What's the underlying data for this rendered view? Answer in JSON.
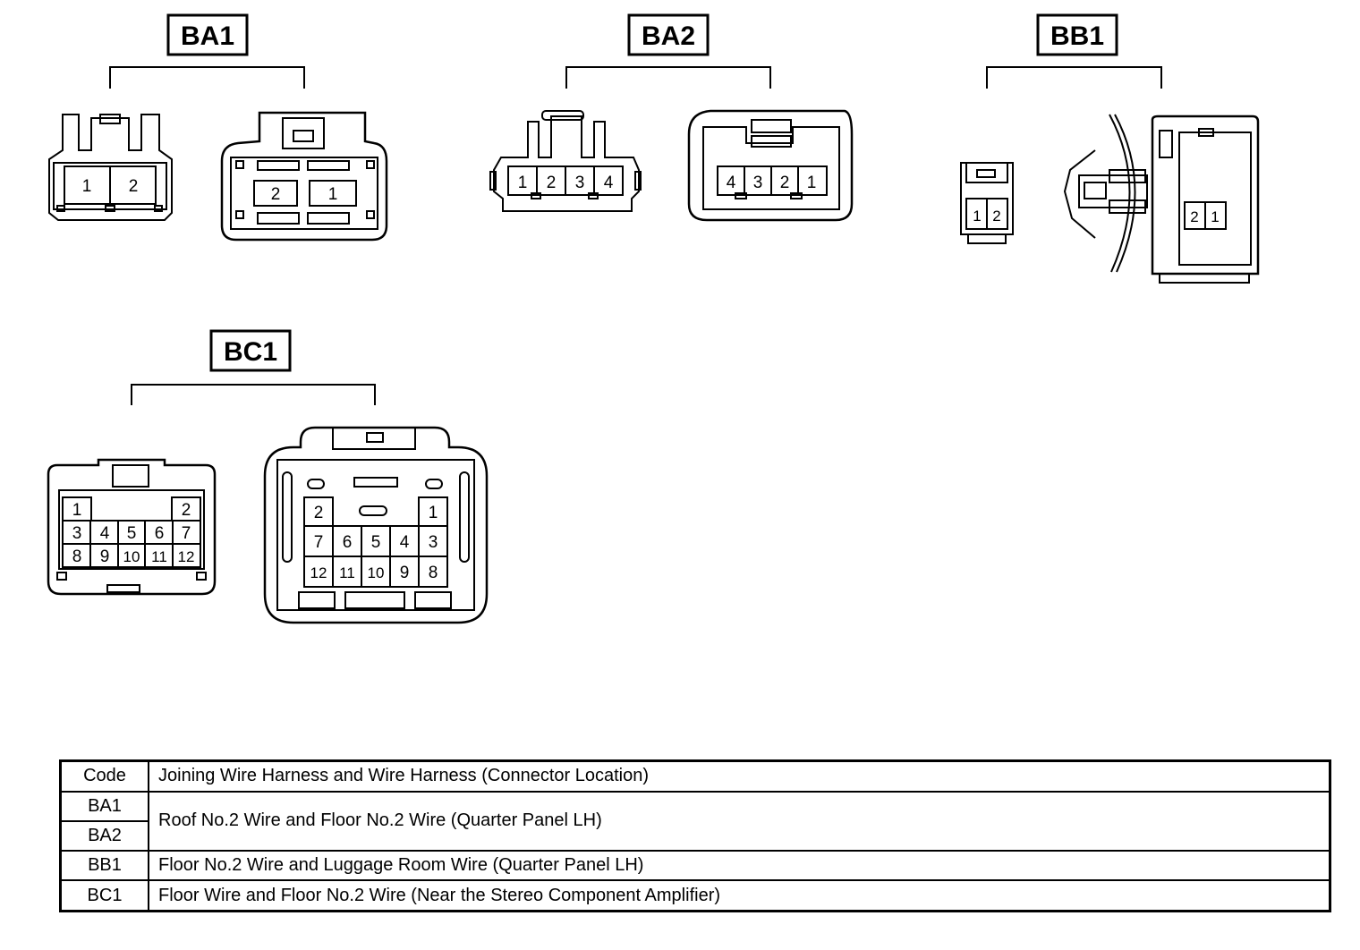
{
  "connectors": {
    "ba1": {
      "label": "BA1",
      "left_pins": [
        "1",
        "2"
      ],
      "right_pins": [
        "2",
        "1"
      ]
    },
    "ba2": {
      "label": "BA2",
      "left_pins": [
        "1",
        "2",
        "3",
        "4"
      ],
      "right_pins": [
        "4",
        "3",
        "2",
        "1"
      ]
    },
    "bb1": {
      "label": "BB1",
      "left_pins": [
        "1",
        "2"
      ],
      "right_pins": [
        "2",
        "1"
      ]
    },
    "bc1": {
      "label": "BC1",
      "left_pins": {
        "row1": [
          "1",
          "2"
        ],
        "row2": [
          "3",
          "4",
          "5",
          "6",
          "7"
        ],
        "row3": [
          "8",
          "9",
          "10",
          "11",
          "12"
        ]
      },
      "right_pins": {
        "row1": [
          "2",
          "1"
        ],
        "row2": [
          "7",
          "6",
          "5",
          "4",
          "3"
        ],
        "row3": [
          "12",
          "11",
          "10",
          "9",
          "8"
        ]
      }
    }
  },
  "legend": {
    "header": {
      "code": "Code",
      "description": "Joining Wire Harness and Wire Harness (Connector Location)"
    },
    "rows": [
      {
        "codes": [
          "BA1",
          "BA2"
        ],
        "description": "Roof No.2 Wire and Floor No.2 Wire (Quarter Panel LH)"
      },
      {
        "codes": [
          "BB1"
        ],
        "description": "Floor No.2 Wire and Luggage Room Wire (Quarter Panel LH)"
      },
      {
        "codes": [
          "BC1"
        ],
        "description": "Floor Wire and Floor No.2 Wire (Near the Stereo Component Amplifier)"
      }
    ]
  }
}
